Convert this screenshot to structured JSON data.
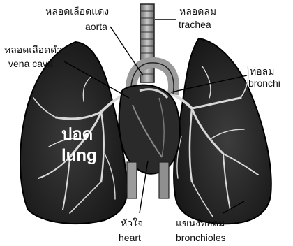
{
  "labels": {
    "aorta_th": "หลอดเลือดแดง",
    "aorta_en": "aorta",
    "trachea_th": "หลอดลม",
    "trachea_en": "trachea",
    "vena_cava_th": "หลอดเลือดดำ",
    "vena_cava_en": "vena cava",
    "bronchi_th": "ท่อลม",
    "bronchi_en": "bronchi",
    "lung_th": "ปอด",
    "lung_en": "lung",
    "heart_th": "หัวใจ",
    "heart_en": "heart",
    "bronchioles_th": "แขนงท่อลม",
    "bronchioles_en": "bronchioles"
  }
}
